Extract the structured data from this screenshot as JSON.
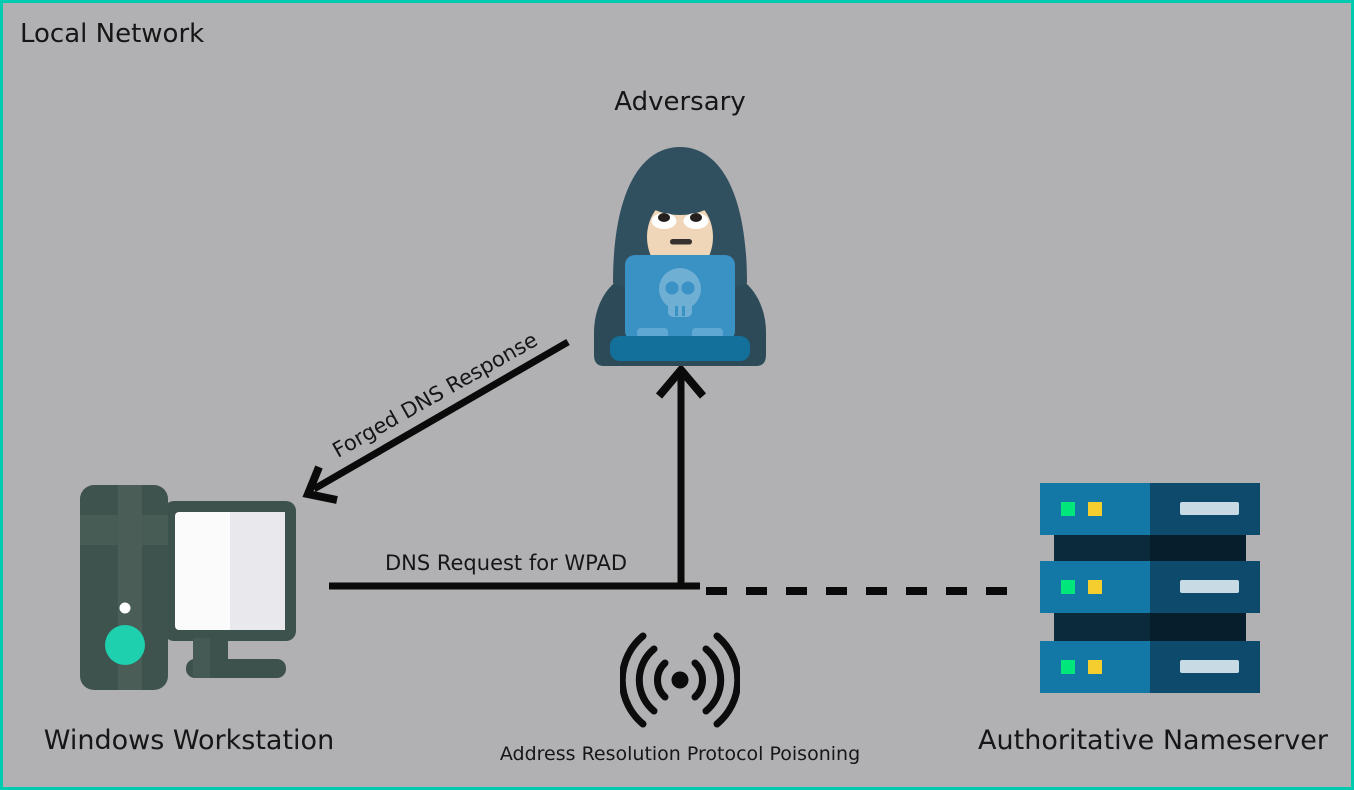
{
  "diagram": {
    "title": "Local Network",
    "nodes": {
      "adversary": {
        "label": "Adversary",
        "icon": "hooded-hacker-laptop-icon"
      },
      "workstation": {
        "label": "Windows Workstation",
        "icon": "desktop-computer-icon"
      },
      "nameserver": {
        "label": "Authoritative Nameserver",
        "icon": "server-rack-icon"
      }
    },
    "edges": {
      "forged_dns_response": {
        "label": "Forged DNS Response",
        "from": "adversary",
        "to": "workstation",
        "style": "solid-arrow"
      },
      "dns_request": {
        "label": "DNS Request for WPAD",
        "from": "workstation",
        "to": "adversary",
        "style": "solid-arrow"
      },
      "nameserver_link": {
        "from": "workstation",
        "to": "nameserver",
        "style": "dashed-line"
      },
      "arp_poisoning": {
        "label": "Address Resolution Protocol Poisoning",
        "icon": "radio-signal-icon"
      }
    },
    "colors": {
      "background": "#b1b1b4",
      "border": "#00cbb0",
      "text": "#161616",
      "arrow": "#0a0a0a",
      "hood": "#31505f",
      "body": "#2c4a58",
      "skin": "#f0d6b8",
      "laptop": "#3a92c4",
      "laptop_base": "#13709b",
      "skull": "#6fafd4",
      "tower": "#3f534e",
      "tower_light": "#4a5d57",
      "power_button": "#1fd0ae",
      "monitor_frame": "#3e524d",
      "screen_left": "#fbfbfc",
      "screen_right": "#e9e9ed",
      "server_left": "#1478a6",
      "server_right": "#0d4a6b",
      "server_spacer_left": "#0b2b3d",
      "server_spacer_right": "#071e2c",
      "led_green": "#00e67a",
      "led_yellow": "#f4cd2e",
      "server_slot": "#c8dbe4"
    }
  }
}
